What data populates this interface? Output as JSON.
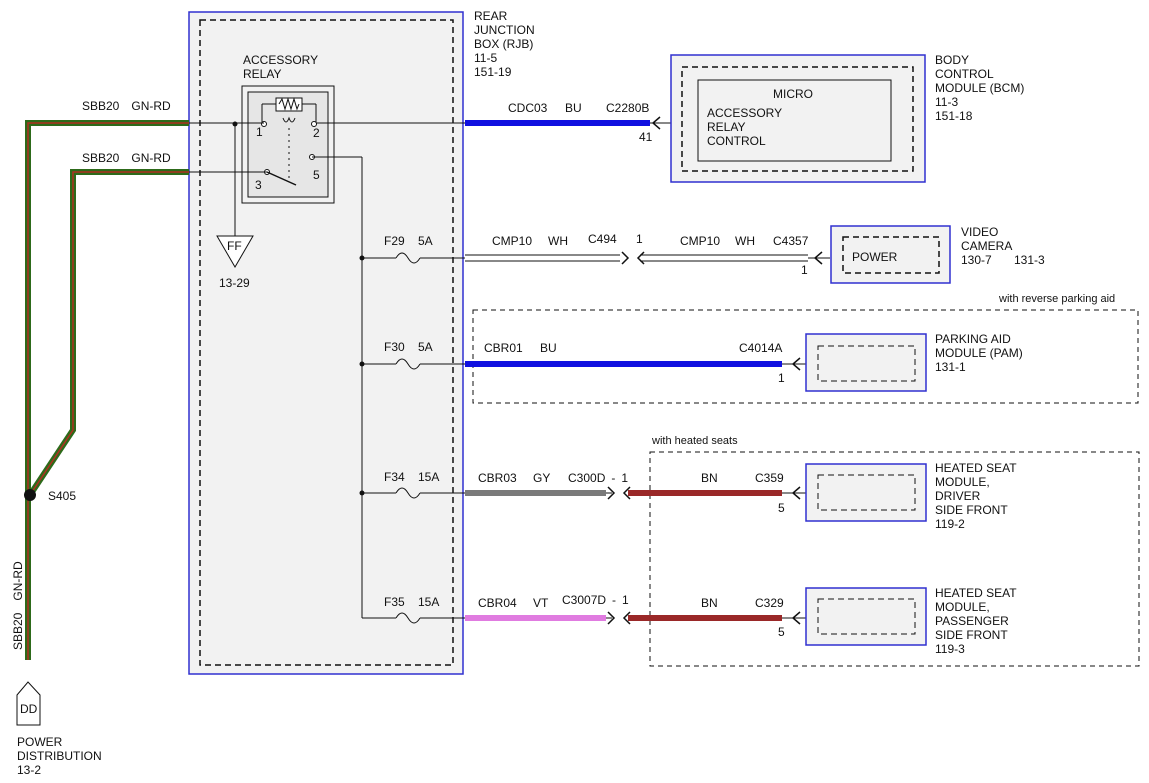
{
  "rjb": {
    "l1": "REAR",
    "l2": "JUNCTION",
    "l3": "BOX (RJB)",
    "l4": "11-5",
    "l5": "151-19"
  },
  "relay": {
    "l1": "ACCESSORY",
    "l2": "RELAY",
    "pin1": "1",
    "pin2": "2",
    "pin3": "3",
    "pin5": "5"
  },
  "ground": {
    "code": "FF",
    "ref": "13-29"
  },
  "feed": {
    "wire1": "SBB20",
    "color1": "GN-RD",
    "wire2": "SBB20",
    "color2": "GN-RD",
    "wire_v": "SBB20",
    "color_v": "GN-RD",
    "splice": "S405"
  },
  "power": {
    "code": "DD",
    "l1": "POWER",
    "l2": "DISTRIBUTION",
    "l3": "13-2"
  },
  "bcm": {
    "wire": "CDC03",
    "color": "BU",
    "connector": "C2280B",
    "pin": "41",
    "micro": "MICRO",
    "c1": "ACCESSORY",
    "c2": "RELAY",
    "c3": "CONTROL",
    "t1": "BODY",
    "t2": "CONTROL",
    "t3": "MODULE (BCM)",
    "t4": "11-3",
    "t5": "151-18"
  },
  "camera": {
    "fuse": "F29",
    "amps": "5A",
    "wire_a": "CMP10",
    "color_a": "WH",
    "inline_conn": "C494",
    "inline_pin": "1",
    "wire_b": "CMP10",
    "color_b": "WH",
    "connector": "C4357",
    "pin": "1",
    "inner": "POWER",
    "t1": "VIDEO",
    "t2": "CAMERA",
    "t3": "130-7",
    "t4": "131-3"
  },
  "pam": {
    "option": "with reverse parking aid",
    "fuse": "F30",
    "amps": "5A",
    "wire": "CBR01",
    "color": "BU",
    "connector": "C4014A",
    "pin": "1",
    "t1": "PARKING AID",
    "t2": "MODULE (PAM)",
    "t3": "131-1"
  },
  "heated_option": "with heated seats",
  "seat_driver": {
    "fuse": "F34",
    "amps": "15A",
    "wire": "CBR03",
    "color": "GY",
    "inline_conn": "C300D",
    "dash": "-",
    "inline_pin": "1",
    "color_b": "BN",
    "connector": "C359",
    "pin": "5",
    "t1": "HEATED SEAT",
    "t2": "MODULE,",
    "t3": "DRIVER",
    "t4": "SIDE FRONT",
    "t5": "119-2"
  },
  "seat_passenger": {
    "fuse": "F35",
    "amps": "15A",
    "wire": "CBR04",
    "color": "VT",
    "inline_conn": "C3007D",
    "dash": "-",
    "inline_pin": "1",
    "color_b": "BN",
    "connector": "C329",
    "pin": "5",
    "t1": "HEATED SEAT",
    "t2": "MODULE,",
    "t3": "PASSENGER",
    "t4": "SIDE FRONT",
    "t5": "119-3"
  },
  "colors": {
    "module_border": "#3030d0",
    "wire_blue": "#1010e0",
    "wire_green": "#2d6a1a",
    "wire_red_trace": "#b03020",
    "wire_gray": "#7a7a7a",
    "wire_brown": "#9a2828",
    "wire_violet": "#e07be0",
    "box_fill": "#f2f2f2"
  }
}
